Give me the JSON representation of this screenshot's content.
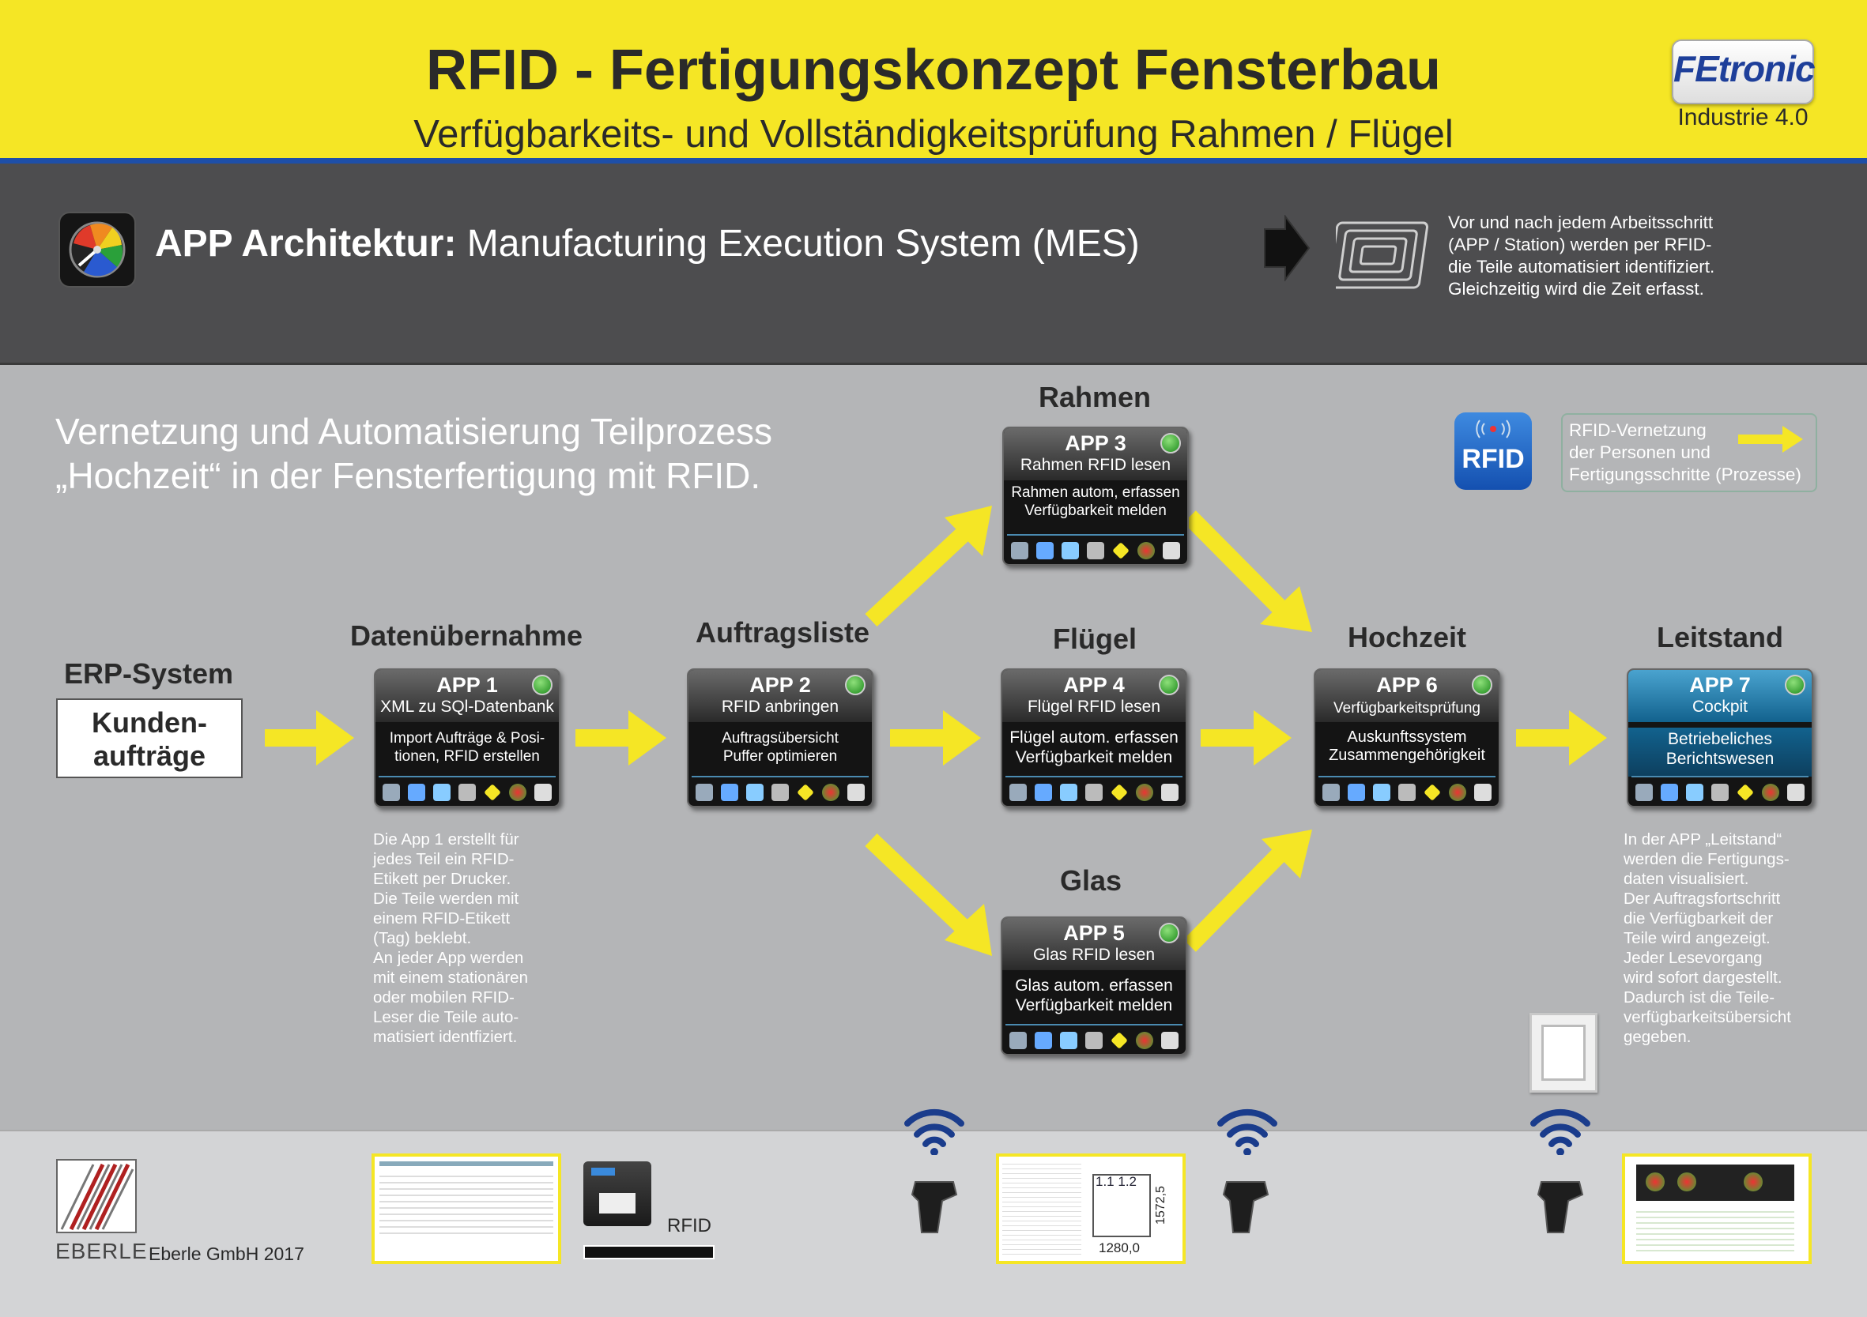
{
  "header": {
    "title": "RFID - Fertigungskonzept Fensterbau",
    "subtitle": "Verfügbarkeits- und Vollständigkeitsprüfung Rahmen / Flügel",
    "logo": "FEtronic",
    "logo_sub": "Industrie 4.0"
  },
  "band": {
    "arch_bold": "APP Architektur:",
    "arch_rest": " Manufacturing Execution System (MES)",
    "note": [
      "Vor und nach jedem Arbeitsschritt",
      "(APP / Station) werden per RFID-",
      "die Teile automatisiert identifiziert.",
      "Gleichzeitig wird die Zeit erfasst."
    ]
  },
  "intro": [
    "Vernetzung und Automatisierung Teilprozess",
    "„Hochzeit“ in der Fensterfertigung mit RFID."
  ],
  "legend": {
    "badge": "RFID",
    "text": [
      "RFID-Vernetzung",
      "der Personen und",
      "Fertigungsschritte (Prozesse)"
    ]
  },
  "stages": {
    "erp": "ERP-System",
    "datenuebernahme": "Datenübernahme",
    "auftragsliste": "Auftragsliste",
    "rahmen": "Rahmen",
    "fluegel": "Flügel",
    "glas": "Glas",
    "hochzeit": "Hochzeit",
    "leitstand": "Leitstand"
  },
  "erp_box": [
    "Kunden-",
    "aufträge"
  ],
  "apps": {
    "app1": {
      "name": "APP 1",
      "fn": "XML zu SQl-Datenbank",
      "desc": [
        "Import Aufträge & Posi-",
        "tionen, RFID erstellen"
      ]
    },
    "app2": {
      "name": "APP 2",
      "fn": "RFID anbringen",
      "desc": [
        "Auftragsübersicht",
        "Puffer optimieren"
      ]
    },
    "app3": {
      "name": "APP 3",
      "fn": "Rahmen RFID lesen",
      "desc": [
        "Rahmen autom, erfassen",
        "Verfügbarkeit melden"
      ]
    },
    "app4": {
      "name": "APP 4",
      "fn": "Flügel RFID lesen",
      "desc": [
        "Flügel autom. erfassen",
        "Verfügbarkeit melden"
      ]
    },
    "app5": {
      "name": "APP 5",
      "fn": "Glas RFID lesen",
      "desc": [
        "Glas autom. erfassen",
        "Verfügbarkeit melden"
      ]
    },
    "app6": {
      "name": "APP 6",
      "fn": "Verfügbarkeitsprüfung",
      "desc": [
        "Auskunftssystem",
        "Zusammengehörigkeit"
      ]
    },
    "app7": {
      "name": "APP 7",
      "fn": "Cockpit",
      "desc": [
        "Betriebeliches",
        "Berichtswesen"
      ]
    }
  },
  "desc_left": [
    "Die App 1 erstellt für",
    "jedes Teil ein RFID-",
    "Etikett per Drucker.",
    "Die Teile werden mit",
    "einem RFID-Etikett",
    "(Tag) beklebt.",
    "An jeder App werden",
    "mit einem stationären",
    "oder mobilen RFID-",
    "Leser die Teile auto-",
    "matisiert identfiziert."
  ],
  "desc_right": [
    "In der APP „Leitstand“",
    "werden die Fertigungs-",
    "daten visualisiert.",
    "Der Auftragsfortschritt",
    "die Verfügbarkeit der",
    "Teile wird angezeigt.",
    "Jeder Lesevorgang",
    "wird sofort dargestellt.",
    "Dadurch ist die Teile-",
    "verfügbarkeitsübersicht",
    "gegeben."
  ],
  "footer": {
    "company": "Eberle GmbH 2017",
    "logo_text": "EBERLE",
    "rfid_label": "RFID",
    "drawing_dims": [
      "1.1",
      "1.2",
      "1572,5",
      "1280,0"
    ]
  },
  "colors": {
    "yellow": "#f5e625",
    "blue": "#1e4fa8",
    "dark": "#4d4d4f",
    "grey": "#b4b5b7",
    "footer": "#d3d4d6"
  }
}
